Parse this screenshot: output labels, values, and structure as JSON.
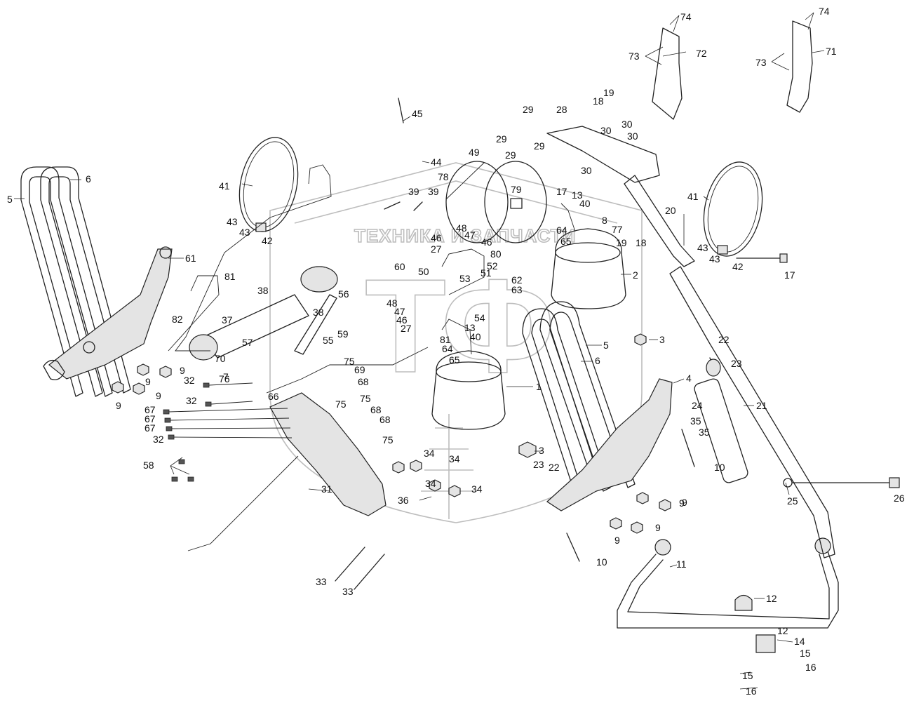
{
  "watermark": {
    "text": "ТЕХНИКА И ЗАПЧАСТИ",
    "logo": "ТФ",
    "color": "#bdbdbd"
  },
  "labels": [
    {
      "id": "l1",
      "text": "1"
    },
    {
      "id": "l2",
      "text": "2"
    },
    {
      "id": "l3a",
      "text": "3"
    },
    {
      "id": "l3b",
      "text": "3"
    },
    {
      "id": "l4",
      "text": "4"
    },
    {
      "id": "l5a",
      "text": "5"
    },
    {
      "id": "l5b",
      "text": "5"
    },
    {
      "id": "l6a",
      "text": "6"
    },
    {
      "id": "l6b",
      "text": "6"
    },
    {
      "id": "l7",
      "text": "7"
    },
    {
      "id": "l8",
      "text": "8"
    },
    {
      "id": "l9a",
      "text": "9"
    },
    {
      "id": "l9b",
      "text": "9"
    },
    {
      "id": "l9c",
      "text": "9"
    },
    {
      "id": "l9d",
      "text": "9"
    },
    {
      "id": "l9e",
      "text": "9"
    },
    {
      "id": "l9f",
      "text": "9"
    },
    {
      "id": "l9g",
      "text": "9"
    },
    {
      "id": "l9h",
      "text": "9"
    },
    {
      "id": "l10a",
      "text": "10"
    },
    {
      "id": "l10b",
      "text": "10"
    },
    {
      "id": "l11",
      "text": "11"
    },
    {
      "id": "l12a",
      "text": "12"
    },
    {
      "id": "l12b",
      "text": "12"
    },
    {
      "id": "l13a",
      "text": "13"
    },
    {
      "id": "l13b",
      "text": "13"
    },
    {
      "id": "l14",
      "text": "14"
    },
    {
      "id": "l15a",
      "text": "15"
    },
    {
      "id": "l15b",
      "text": "15"
    },
    {
      "id": "l16a",
      "text": "16"
    },
    {
      "id": "l16b",
      "text": "16"
    },
    {
      "id": "l17a",
      "text": "17"
    },
    {
      "id": "l17b",
      "text": "17"
    },
    {
      "id": "l18a",
      "text": "18"
    },
    {
      "id": "l18b",
      "text": "18"
    },
    {
      "id": "l19a",
      "text": "19"
    },
    {
      "id": "l19b",
      "text": "19"
    },
    {
      "id": "l20",
      "text": "20"
    },
    {
      "id": "l21",
      "text": "21"
    },
    {
      "id": "l22a",
      "text": "22"
    },
    {
      "id": "l22b",
      "text": "22"
    },
    {
      "id": "l23a",
      "text": "23"
    },
    {
      "id": "l23b",
      "text": "23"
    },
    {
      "id": "l24",
      "text": "24"
    },
    {
      "id": "l25",
      "text": "25"
    },
    {
      "id": "l26",
      "text": "26"
    },
    {
      "id": "l27a",
      "text": "27"
    },
    {
      "id": "l27b",
      "text": "27"
    },
    {
      "id": "l28",
      "text": "28"
    },
    {
      "id": "l29a",
      "text": "29"
    },
    {
      "id": "l29b",
      "text": "29"
    },
    {
      "id": "l29c",
      "text": "29"
    },
    {
      "id": "l29d",
      "text": "29"
    },
    {
      "id": "l30a",
      "text": "30"
    },
    {
      "id": "l30b",
      "text": "30"
    },
    {
      "id": "l30c",
      "text": "30"
    },
    {
      "id": "l30d",
      "text": "30"
    },
    {
      "id": "l31",
      "text": "31"
    },
    {
      "id": "l32a",
      "text": "32"
    },
    {
      "id": "l32b",
      "text": "32"
    },
    {
      "id": "l32c",
      "text": "32"
    },
    {
      "id": "l33a",
      "text": "33"
    },
    {
      "id": "l33b",
      "text": "33"
    },
    {
      "id": "l34a",
      "text": "34"
    },
    {
      "id": "l34b",
      "text": "34"
    },
    {
      "id": "l34c",
      "text": "34"
    },
    {
      "id": "l34d",
      "text": "34"
    },
    {
      "id": "l35a",
      "text": "35"
    },
    {
      "id": "l35b",
      "text": "35"
    },
    {
      "id": "l36",
      "text": "36"
    },
    {
      "id": "l37",
      "text": "37"
    },
    {
      "id": "l38a",
      "text": "38"
    },
    {
      "id": "l38b",
      "text": "38"
    },
    {
      "id": "l39a",
      "text": "39"
    },
    {
      "id": "l39b",
      "text": "39"
    },
    {
      "id": "l40a",
      "text": "40"
    },
    {
      "id": "l40b",
      "text": "40"
    },
    {
      "id": "l41a",
      "text": "41"
    },
    {
      "id": "l41b",
      "text": "41"
    },
    {
      "id": "l42a",
      "text": "42"
    },
    {
      "id": "l42b",
      "text": "42"
    },
    {
      "id": "l43a",
      "text": "43"
    },
    {
      "id": "l43b",
      "text": "43"
    },
    {
      "id": "l43c",
      "text": "43"
    },
    {
      "id": "l43d",
      "text": "43"
    },
    {
      "id": "l44",
      "text": "44"
    },
    {
      "id": "l45",
      "text": "45"
    },
    {
      "id": "l46a",
      "text": "46"
    },
    {
      "id": "l46b",
      "text": "46"
    },
    {
      "id": "l46c",
      "text": "46"
    },
    {
      "id": "l47a",
      "text": "47"
    },
    {
      "id": "l47b",
      "text": "47"
    },
    {
      "id": "l48a",
      "text": "48"
    },
    {
      "id": "l48b",
      "text": "48"
    },
    {
      "id": "l49",
      "text": "49"
    },
    {
      "id": "l50",
      "text": "50"
    },
    {
      "id": "l51",
      "text": "51"
    },
    {
      "id": "l52",
      "text": "52"
    },
    {
      "id": "l53",
      "text": "53"
    },
    {
      "id": "l54",
      "text": "54"
    },
    {
      "id": "l55",
      "text": "55"
    },
    {
      "id": "l56",
      "text": "56"
    },
    {
      "id": "l57",
      "text": "57"
    },
    {
      "id": "l58",
      "text": "58"
    },
    {
      "id": "l59",
      "text": "59"
    },
    {
      "id": "l60",
      "text": "60"
    },
    {
      "id": "l61",
      "text": "61"
    },
    {
      "id": "l62",
      "text": "62"
    },
    {
      "id": "l63",
      "text": "63"
    },
    {
      "id": "l64a",
      "text": "64"
    },
    {
      "id": "l64b",
      "text": "64"
    },
    {
      "id": "l65a",
      "text": "65"
    },
    {
      "id": "l65b",
      "text": "65"
    },
    {
      "id": "l66",
      "text": "66"
    },
    {
      "id": "l67a",
      "text": "67"
    },
    {
      "id": "l67b",
      "text": "67"
    },
    {
      "id": "l67c",
      "text": "67"
    },
    {
      "id": "l68a",
      "text": "68"
    },
    {
      "id": "l68b",
      "text": "68"
    },
    {
      "id": "l68c",
      "text": "68"
    },
    {
      "id": "l69",
      "text": "69"
    },
    {
      "id": "l70",
      "text": "70"
    },
    {
      "id": "l71",
      "text": "71"
    },
    {
      "id": "l72",
      "text": "72"
    },
    {
      "id": "l73a",
      "text": "73"
    },
    {
      "id": "l73b",
      "text": "73"
    },
    {
      "id": "l74a",
      "text": "74"
    },
    {
      "id": "l74b",
      "text": "74"
    },
    {
      "id": "l75a",
      "text": "75"
    },
    {
      "id": "l75b",
      "text": "75"
    },
    {
      "id": "l75c",
      "text": "75"
    },
    {
      "id": "l75d",
      "text": "75"
    },
    {
      "id": "l76",
      "text": "76"
    },
    {
      "id": "l77",
      "text": "77"
    },
    {
      "id": "l78",
      "text": "78"
    },
    {
      "id": "l79",
      "text": "79"
    },
    {
      "id": "l80",
      "text": "80"
    },
    {
      "id": "l81a",
      "text": "81"
    },
    {
      "id": "l81b",
      "text": "81"
    },
    {
      "id": "l82",
      "text": "82"
    }
  ]
}
